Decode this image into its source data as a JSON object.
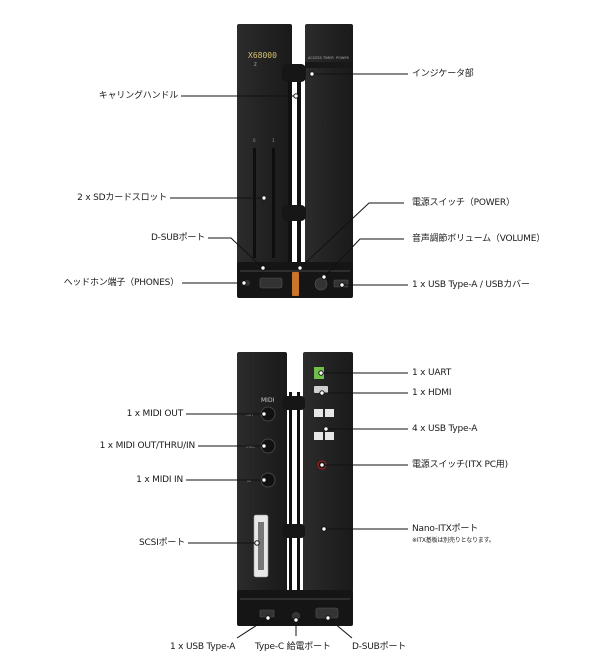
{
  "front": {
    "brand": "X68000",
    "brand_sub": "Z",
    "indicator_labels": [
      "ACCESS",
      "TIMER",
      "POWER"
    ],
    "slot_numbers": [
      "0",
      "1"
    ],
    "labels": {
      "carry_handle": "キャリングハンドル",
      "sd_slots": "2 x SDカードスロット",
      "dsub": "D-SUBポート",
      "phones": "ヘッドホン端子（PHONES）",
      "indicator": "インジケータ部",
      "power": "電源スイッチ（POWER）",
      "volume": "音声調節ボリューム（VOLUME）",
      "usb": "1 x USB Type-A / USBカバー"
    }
  },
  "back": {
    "midi_title": "MIDI",
    "midi_port_labels": [
      "OUT",
      "THRU",
      "IN"
    ],
    "labels": {
      "midi_out": "1 x MIDI OUT",
      "midi_thru": "1 x MIDI OUT/THRU/IN",
      "midi_in": "1 x MIDI IN",
      "scsi": "SCSIポート",
      "usb_bottom": "1 x USB Type-A",
      "typec": "Type-C 給電ポート",
      "dsub_bottom": "D-SUBポート",
      "uart": "1 x UART",
      "hdmi": "1 x HDMI",
      "usb4": "4 x USB Type-A",
      "itx_power": "電源スイッチ(ITX PC用)",
      "nano_itx": "Nano-ITXポート",
      "nano_note": "※ITX基板は別売りとなります。"
    }
  },
  "colors": {
    "body": "#202020",
    "body_dark": "#151515",
    "panel": "#2a2a2a",
    "orange": "#c8742a",
    "green": "#6fbf4a",
    "line": "#111111"
  }
}
